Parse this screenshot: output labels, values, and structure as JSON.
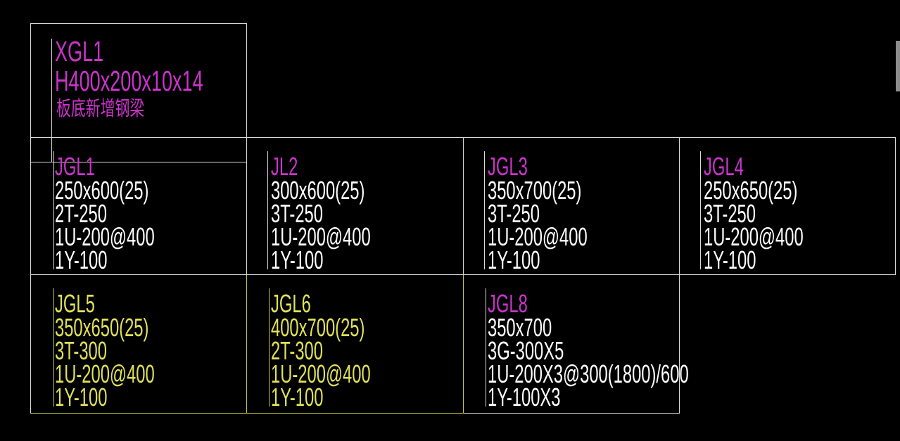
{
  "canvas": {
    "background": "#000000"
  },
  "colors": {
    "magenta": "#cc33cc",
    "yellow": "#e1e15a",
    "white": "#ffffff",
    "grid_white": "#d9d9d9",
    "grid_yellow": "#c8c83c"
  },
  "new_beam_label": {
    "code": "XGL1",
    "section": "H400x200x10x14",
    "note": "板底新增钢梁",
    "text_color": "#cc33cc",
    "leader_color": "#d9d9d9"
  },
  "beam_table": {
    "rows": [
      [
        {
          "name": "JGL1",
          "lines": [
            "250x600(25)",
            "2T-250",
            "1U-200@400",
            "1Y-100"
          ],
          "title_color": "#cc33cc",
          "text_color": "#ffffff",
          "leader_color": "#d9d9d9"
        },
        {
          "name": "JL2",
          "lines": [
            "300x600(25)",
            "3T-250",
            "1U-200@400",
            "1Y-100"
          ],
          "title_color": "#cc33cc",
          "text_color": "#ffffff",
          "leader_color": "#d9d9d9"
        },
        {
          "name": "JGL3",
          "lines": [
            "350x700(25)",
            "3T-250",
            "1U-200@400",
            "1Y-100"
          ],
          "title_color": "#cc33cc",
          "text_color": "#ffffff",
          "leader_color": "#d9d9d9"
        },
        {
          "name": "JGL4",
          "lines": [
            "250x650(25)",
            "3T-250",
            "1U-200@400",
            "1Y-100"
          ],
          "title_color": "#cc33cc",
          "text_color": "#ffffff",
          "leader_color": "#d9d9d9"
        }
      ],
      [
        {
          "name": "JGL5",
          "lines": [
            "350x650(25)",
            "3T-300",
            "1U-200@400",
            "1Y-100"
          ],
          "title_color": "#e1e15a",
          "text_color": "#e1e15a",
          "leader_color": "#c8c83c"
        },
        {
          "name": "JGL6",
          "lines": [
            "400x700(25)",
            "2T-300",
            "1U-200@400",
            "1Y-100"
          ],
          "title_color": "#e1e15a",
          "text_color": "#e1e15a",
          "leader_color": "#c8c83c"
        },
        {
          "name": "JGL8",
          "lines": [
            "350x700",
            "3G-300X5",
            "1U-200X3@300(1800)/600",
            "1Y-100X3"
          ],
          "title_color": "#cc33cc",
          "text_color": "#ffffff",
          "leader_color": "#d9d9d9"
        }
      ]
    ]
  }
}
